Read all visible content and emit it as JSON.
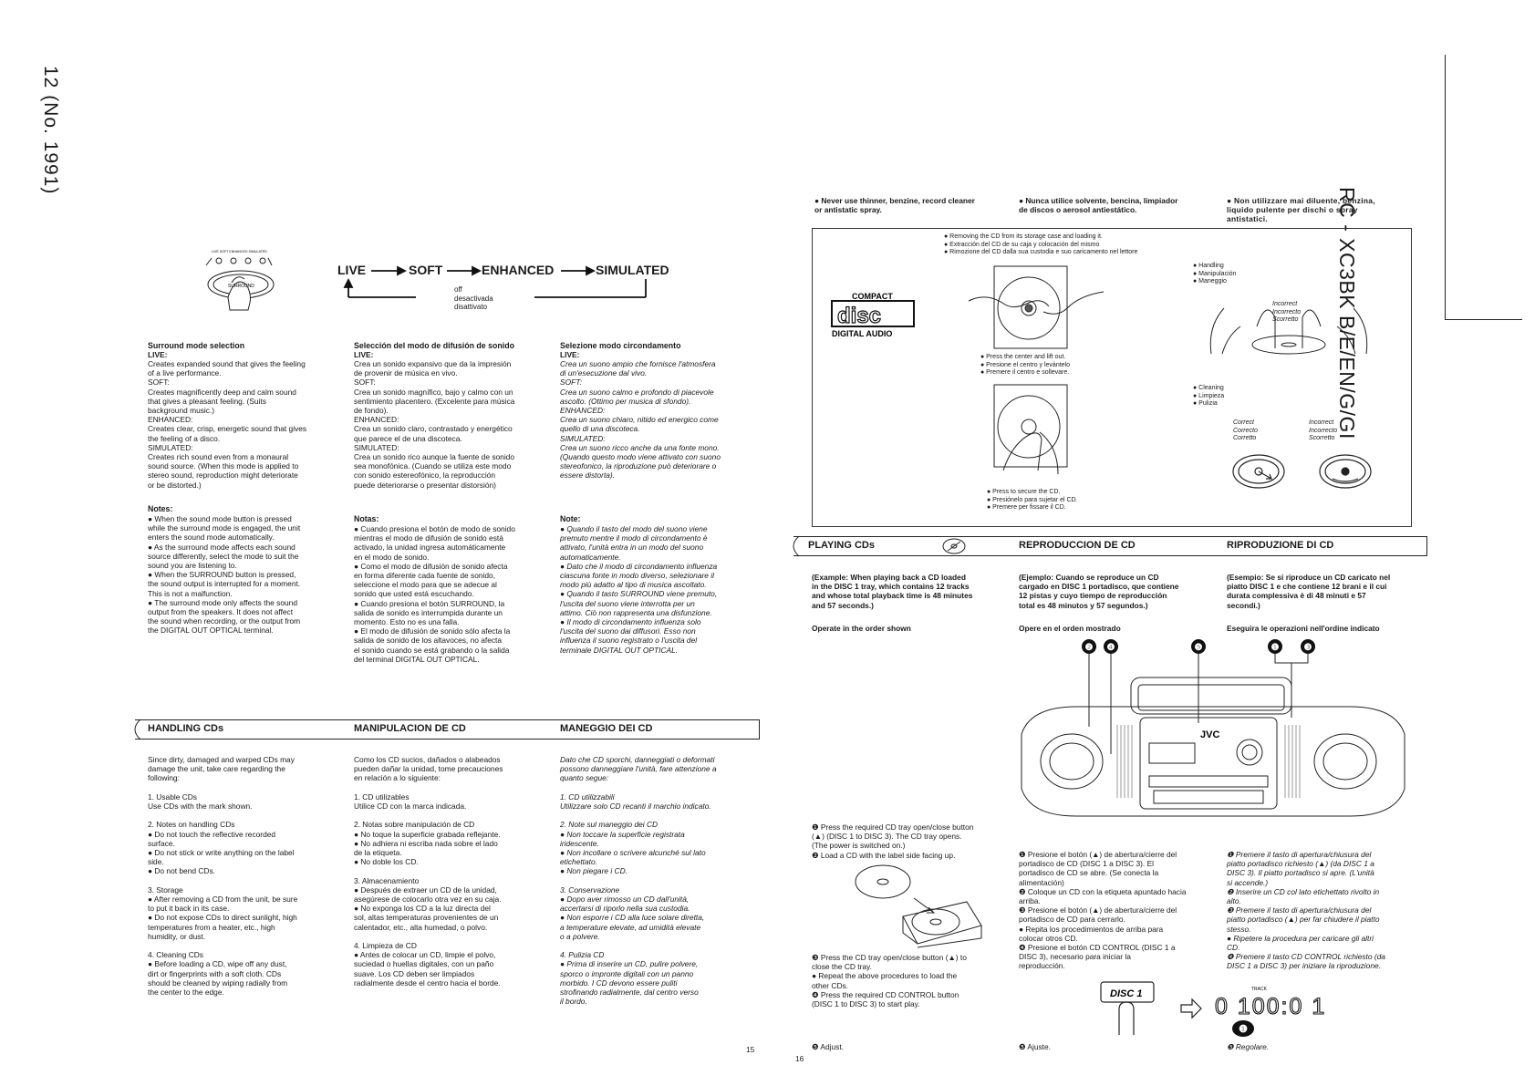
{
  "page": {
    "page_label": "12 (No. 1991)",
    "model_title": "RC - XC3BK B/E/EN/G/GI",
    "page_num_left": "15",
    "page_num_right": "16"
  },
  "surround": {
    "indicator_labels": "LIVE SOFT ENHANCED SIMULATED",
    "button_label": "SURROUND",
    "flow": {
      "live": "LIVE",
      "soft": "SOFT",
      "enhanced": "ENHANCED",
      "simulated": "SIMULATED",
      "off": "off\ndesactivada\ndisattivato"
    },
    "en": {
      "title": "Surround mode selection",
      "body": "Creates expanded sound that gives the feeling\nof a live performance.\nSOFT:\nCreates magnificently deep and calm sound\nthat gives a pleasant feeling. (Suits\nbackground music.)\nENHANCED:\nCreates clear, crisp, energetic sound that gives\nthe feeling of a disco.\nSIMULATED:\nCreates rich sound even from a monaural\nsound source. (When this mode is applied to\nstereo sound, reproduction might deteriorate\nor be distorted.)",
      "notes_title": "Notes:",
      "notes": "● When the sound mode button is pressed\n   while the surround mode is engaged, the unit\n   enters the sound mode automatically.\n● As the surround mode affects each sound\n   source differently, select the mode to suit the\n   sound you are listening to.\n● When the SURROUND button is pressed,\n   the sound output is interrupted for a moment.\n   This is not a malfunction.\n● The surround mode only affects the sound\n   output from the speakers. It does not affect\n   the sound when recording, or the output from\n   the DIGITAL OUT OPTICAL terminal."
    },
    "es": {
      "title": "Selección del modo de difusión de sonido",
      "body": "Crea un sonido expansivo que da la impresión\nde provenir de música en vivo.\nSOFT:\nCrea un sonido magnífico, bajo y calmo con un\nsentimiento placentero. (Excelente para música\nde fondo).\nENHANCED:\nCrea un sonido claro, contrastado y energético\nque parece el de una discoteca.\nSIMULATED:\nCrea un sonido rico aunque la fuente de sonido\nsea monofónica. (Cuando se utiliza este modo\ncon sonido estereofónico, la reproducción\npuede deteriorarse o presentar distorsión)",
      "notes_title": "Notas:",
      "notes": "● Cuando presiona el botón de modo de sonido\n   mientras el modo de difusión de sonido está\n   activado, la unidad ingresa automáticamente\n   en el modo de sonido.\n● Como el modo de difusión de sonido afecta\n   en forma diferente cada fuente de sonido,\n   seleccione el modo para que se adecue al\n   sonido que usted está escuchando.\n● Cuando presiona el botón SURROUND, la\n   salida de sonido es interrumpida durante un\n   momento. Esto no es una falla.\n● El modo de difusión de sonido sólo afecta la\n   salida de sonido de los altavoces, no afecta\n   el sonido cuando se está grabando o la salida\n   del terminal DIGITAL OUT OPTICAL."
    },
    "it": {
      "title": "Selezione modo circondamento",
      "body": "Crea un suono ampio che fornisce l'atmosfera\ndi un'esecuzione dal vivo.\nSOFT:\nCrea un suono calmo e profondo di piacevole\nascolto. (Ottimo per musica di sfondo).\nENHANCED:\nCrea un suono chiaro, nitido ed energico come\nquello di una discoteca.\nSIMULATED:\nCrea un suono ricco anche da una fonte mono.\n(Quando questo modo viene attivato con suono\nstereofonico, la riproduzione può deteriorare o\nessere distorta).",
      "notes_title": "Note:",
      "notes": "● Quando il tasto del modo del suono viene\n   premuto mentre il modo di circondamento è\n   attivato, l'unità entra in un modo del suono\n   automaticamente.\n● Dato che il modo di circondamento influenza\n   ciascuna fonte in modo diverso, selezionare il\n   modo più adatto al tipo di musica ascoltato.\n● Quando il tasto SURROUND viene premuto,\n   l'uscita del suono viene interrotta per un\n   attimo. Ciò non rappresenta una disfunzione.\n● Il modo di circondamento influenza solo\n   l'uscita del suono dai diffusori. Esso non\n   influenza il suono registrato o l'uscita del\n   terminale DIGITAL OUT OPTICAL."
    },
    "live_label": "LIVE:"
  },
  "handling": {
    "header_en": "HANDLING CDs",
    "header_es": "MANIPULACION DE CD",
    "header_it": "MANEGGIO DEI CD",
    "en": "Since dirty, damaged and warped CDs may\ndamage the unit, take care regarding the\nfollowing:\n\n1. Usable CDs\n    Use CDs with the mark shown.\n\n2. Notes on handling CDs\n    ● Do not touch the reflective recorded\n       surface.\n    ● Do not stick or write anything on the label\n       side.\n    ● Do not bend CDs.\n\n3. Storage\n    ● After removing a CD from the unit, be sure\n       to put it back in its case.\n    ● Do not expose CDs to direct sunlight, high\n       temperatures from a heater, etc., high\n       humidity, or dust.\n\n4. Cleaning CDs\n    ● Before loading a CD, wipe off any dust,\n       dirt or fingerprints with a soft cloth. CDs\n       should be cleaned by wiping radially from\n       the center to the edge.",
    "es": "Como los CD sucios, dañados o alabeados\npueden dañar la unidad, tome precauciones\nen relación a lo siguiente:\n\n1. CD utilizables\n    Utilice CD con la marca indicada.\n\n2. Notas sobre manipulación de CD\n    ● No toque la superficie grabada reflejante.\n    ● No adhiera ni escriba nada sobre el lado\n       de la etiqueta.\n    ● No doble los CD.\n\n3. Almacenamiento\n    ● Después de extraer un CD de la unidad,\n       asegúrese de colocarlo otra vez en su caja.\n    ● No exponga los CD a la luz directa del\n       sol, altas temperaturas provenientes de un\n       calentador, etc., alta humedad, o polvo.\n\n4. Limpieza de CD\n    ● Antes de colocar un CD, limpie el polvo,\n       suciedad o huellas digitales, con un paño\n       suave. Los CD deben ser limpiados\n       radialmente desde el centro hacia el borde.",
    "it": "Dato che CD sporchi, danneggiati o deformati\npossono danneggiare l'unità, fare attenzione a\nquanto segue:\n\n1. CD utilizzabili\n    Utilizzare solo CD recanti il marchio indicato.\n\n2. Note sul maneggio dei CD\n    ● Non toccare la superficie registrata\n       iridescente.\n    ● Non incollare o scrivere alcunché sul lato\n       etichettato.\n    ● Non piegare i CD.\n\n3. Conservazione\n    ● Dopo aver rimosso un CD dall'unità,\n       accertarsi di riporlo nella sua custodia.\n    ● Non esporre i CD alla luce solare diretta,\n       a temperature elevate, ad umidità elevate\n       o a polvere.\n\n4. Pulizia CD\n    ● Prima di inserire un CD, pulire polvere,\n       sporco o impronte digitali con un panno\n       morbido. I CD devono essere puliti\n       strofinando radialmente, dal centro verso\n       il bordo."
  },
  "warnings": {
    "en": "● Never use thinner, benzine, record cleaner\n   or antistatic spray.",
    "es": "● Nunca utilice solvente, bencina, limpiador\n   de discos o aerosol antiestático.",
    "it": "● Non utilizzare mai diluente, benzina,\n   liquido pulente per dischi o spray\n   antistatici."
  },
  "cd_box": {
    "logo_top": "COMPACT",
    "logo_mid": "disc",
    "logo_bottom": "DIGITAL AUDIO",
    "removing": "● Removing the CD from its storage case and loading it.\n● Extracción del CD de su caja y colocación del mismo\n● Rimozione del CD dalla sua custodia e suo caricamento nel lettore",
    "press_center": "● Press the center and lift out.\n● Presione el centro y levántelo\n● Premere il centro e sollevare.",
    "press_secure": "● Press to secure the CD.\n● Presiónelo para sujetar el CD.\n● Premere per fissare il CD.",
    "handling": "● Handling\n● Manipulación\n● Maneggio",
    "incorrect": "Incorrect\nIncorrecto\nScorretto",
    "cleaning": "● Cleaning\n● Limpieza\n● Pulizia",
    "correct": "Correct\nCorrecto\nCorretto",
    "incorrect2": "Incorrect\nIncorrecto\nScorretto"
  },
  "playing": {
    "header_en": "PLAYING CDs",
    "header_es": "REPRODUCCION DE CD",
    "header_it": "RIPRODUZIONE DI CD",
    "example_en": "(Example: When playing back a CD loaded\nin the DISC 1 tray, which contains 12 tracks\nand whose total playback time is 48 minutes\nand 57 seconds.)",
    "example_es": "(Ejemplo: Cuando se reproduce un CD\ncargado en DISC 1 portadisco, que contiene\n12 pistas y cuyo tiempo de reproducción\ntotal es 48 minutos y 57 segundos.)",
    "example_it": "(Esempio: Se si riproduce un CD caricato nel\npiatto DISC 1 e che contiene 12 brani e il cui\ndurata complessiva è di 48 minuti e 57\nsecondi.)",
    "order_en": "Operate in the order shown",
    "order_es": "Opere en el orden mostrado",
    "order_it": "Eseguira le operazioni nell'ordine indicato",
    "steps_en_a": "❶ Press the required CD tray open/close button\n    (▲) (DISC 1 to DISC 3). The CD tray opens.\n    (The power is switched on.)\n❷ Load a CD with the label side facing up.",
    "steps_en_b": "❸ Press the CD tray open/close button (▲) to\n    close the CD tray.\n    ● Repeat the above procedures to load the\n       other CDs.\n❹ Press the required CD CONTROL button\n    (DISC 1 to DISC 3) to start play.",
    "adjust_en": "❺ Adjust.",
    "steps_es": "❶ Presione el botón (▲) de abertura/cierre del\n    portadisco de CD (DISC 1 a DISC 3). El\n    portadisco de CD se abre. (Se conecta la\n    alimentación)\n❷ Coloque un CD con la etiqueta apuntado hacia\n    arriba.\n❸ Presione el botón (▲) de abertura/cierre del\n    portadisco de CD para cerrarlo.\n    ● Repita los procedimientos de arriba para\n       colocar otros CD.\n❹ Presione el botón CD CONTROL (DISC 1 a\n    DISC 3), necesario para iniciar la\n    reproducción.",
    "adjust_es": "❺ Ajuste.",
    "steps_it": "❶ Premere il tasto di apertura/chiusura del\n    piatto portadisco richiesto (▲) (da DISC 1 a\n    DISC 3). Il piatto portadisco si apre. (L'unità\n    si accende.)\n❷ Inserire un CD col lato etichettato rivolto in\n    alto.\n❸ Premere il tasto di apertura/chiusura del\n    piatto portadisco (▲) per far chiudere il piatto\n    stesso.\n    ● Ripetere la procedura per caricare gli altri\n       CD.\n❹ Premere il tasto CD CONTROL richiesto (da\n    DISC 1 a DISC 3) per iniziare la riproduzione.",
    "adjust_it": "❺ Regolare.",
    "disc_button": "DISC 1",
    "display_value": "0 100:0 1",
    "track_label": "TRACK",
    "brand": "JVC",
    "callouts": [
      "❷",
      "❹",
      "❺",
      "❶",
      "❸",
      "❶"
    ]
  }
}
